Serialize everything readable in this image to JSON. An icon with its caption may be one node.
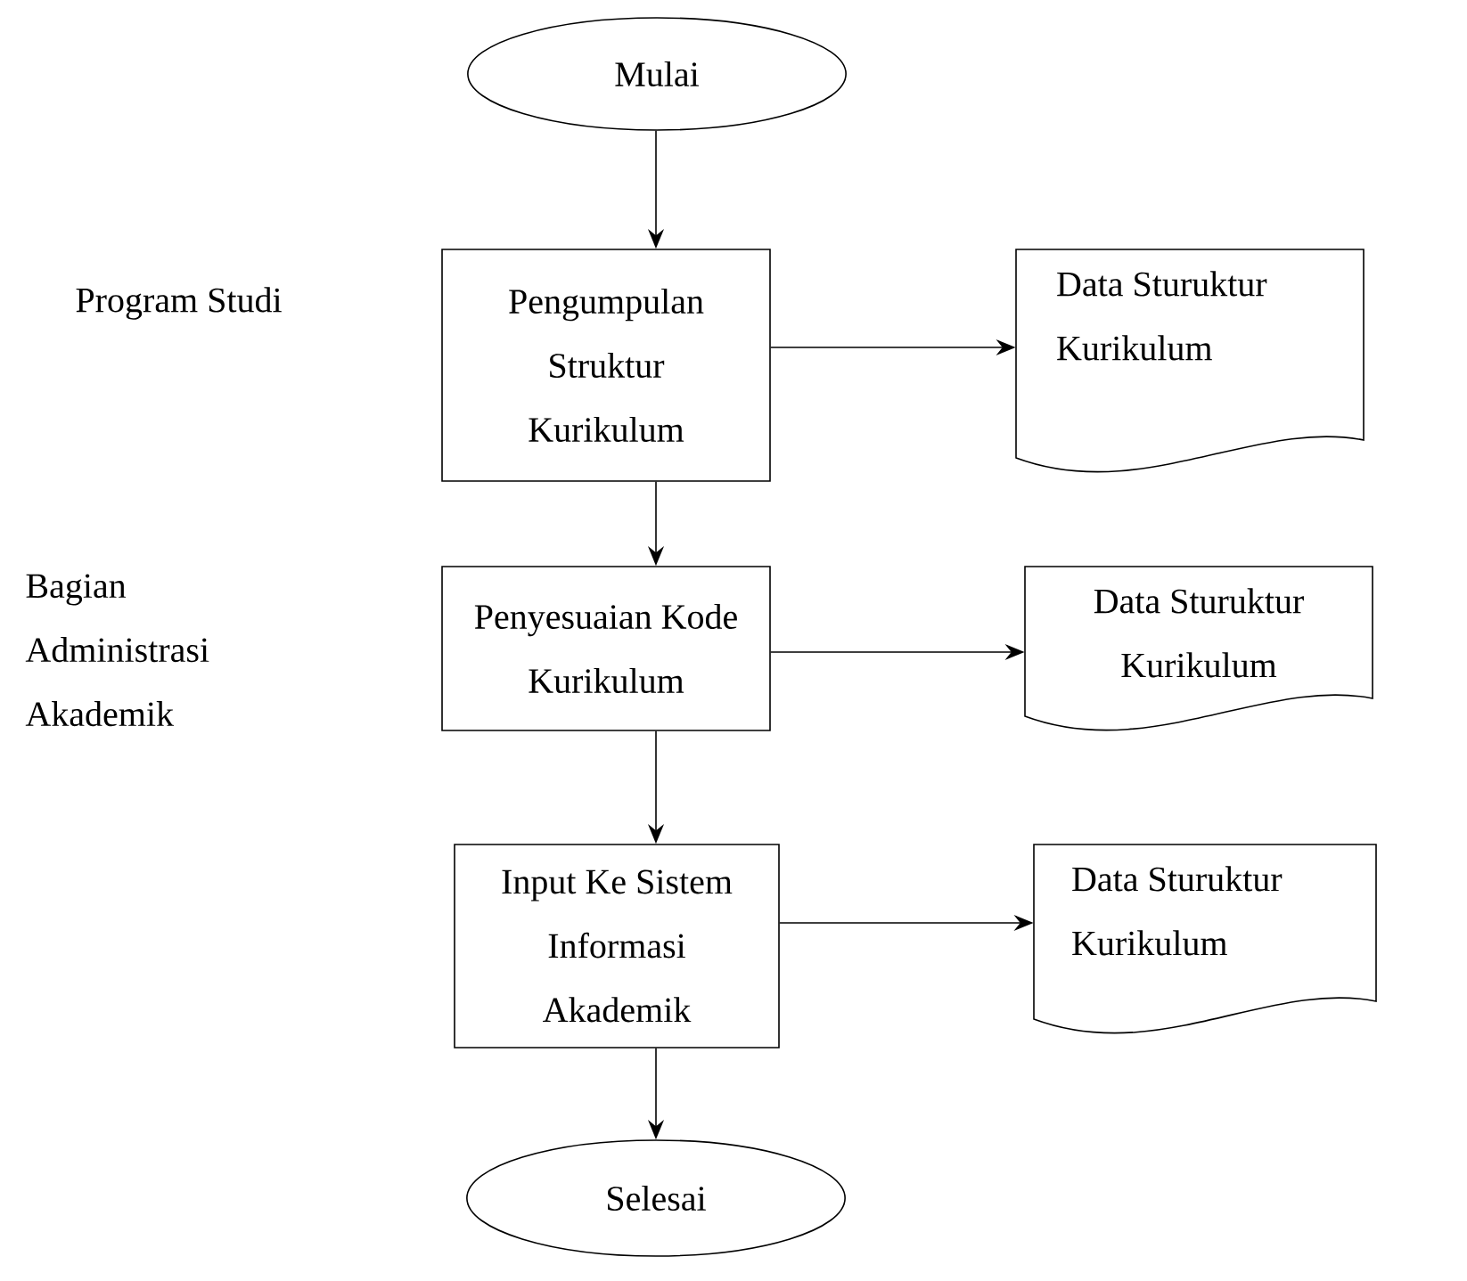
{
  "diagram": {
    "nodes": [
      {
        "text": [
          "Mulai"
        ]
      },
      {
        "text": [
          "Pengumpulan Struktur Kurikulum"
        ]
      },
      {
        "text": [
          "Data Sturuktur Kurikulum"
        ]
      },
      {
        "text": [
          "Penyesuaian Kode Kurikulum"
        ]
      },
      {
        "text": [
          "Data Sturuktur Kurikulum"
        ]
      },
      {
        "text": [
          "Input Ke Sistem Informasi Akademik"
        ]
      },
      {
        "text": [
          "Data Sturuktur Kurikulum"
        ]
      },
      {
        "text": [
          "Selesai"
        ]
      }
    ],
    "edges": [
      {
        "from": 0,
        "to": 1,
        "arrow": "to"
      },
      {
        "from": 1,
        "to": 2,
        "arrow": "to"
      },
      {
        "from": 1,
        "to": 3,
        "arrow": "to"
      },
      {
        "from": 3,
        "to": 4,
        "arrow": "to"
      },
      {
        "from": 3,
        "to": 5,
        "arrow": "to"
      },
      {
        "from": 5,
        "to": 6,
        "arrow": "to"
      },
      {
        "from": 5,
        "to": 7,
        "arrow": "to"
      }
    ],
    "labels": [
      "Program Studi",
      "Bagian Administrasi Akademik"
    ]
  }
}
